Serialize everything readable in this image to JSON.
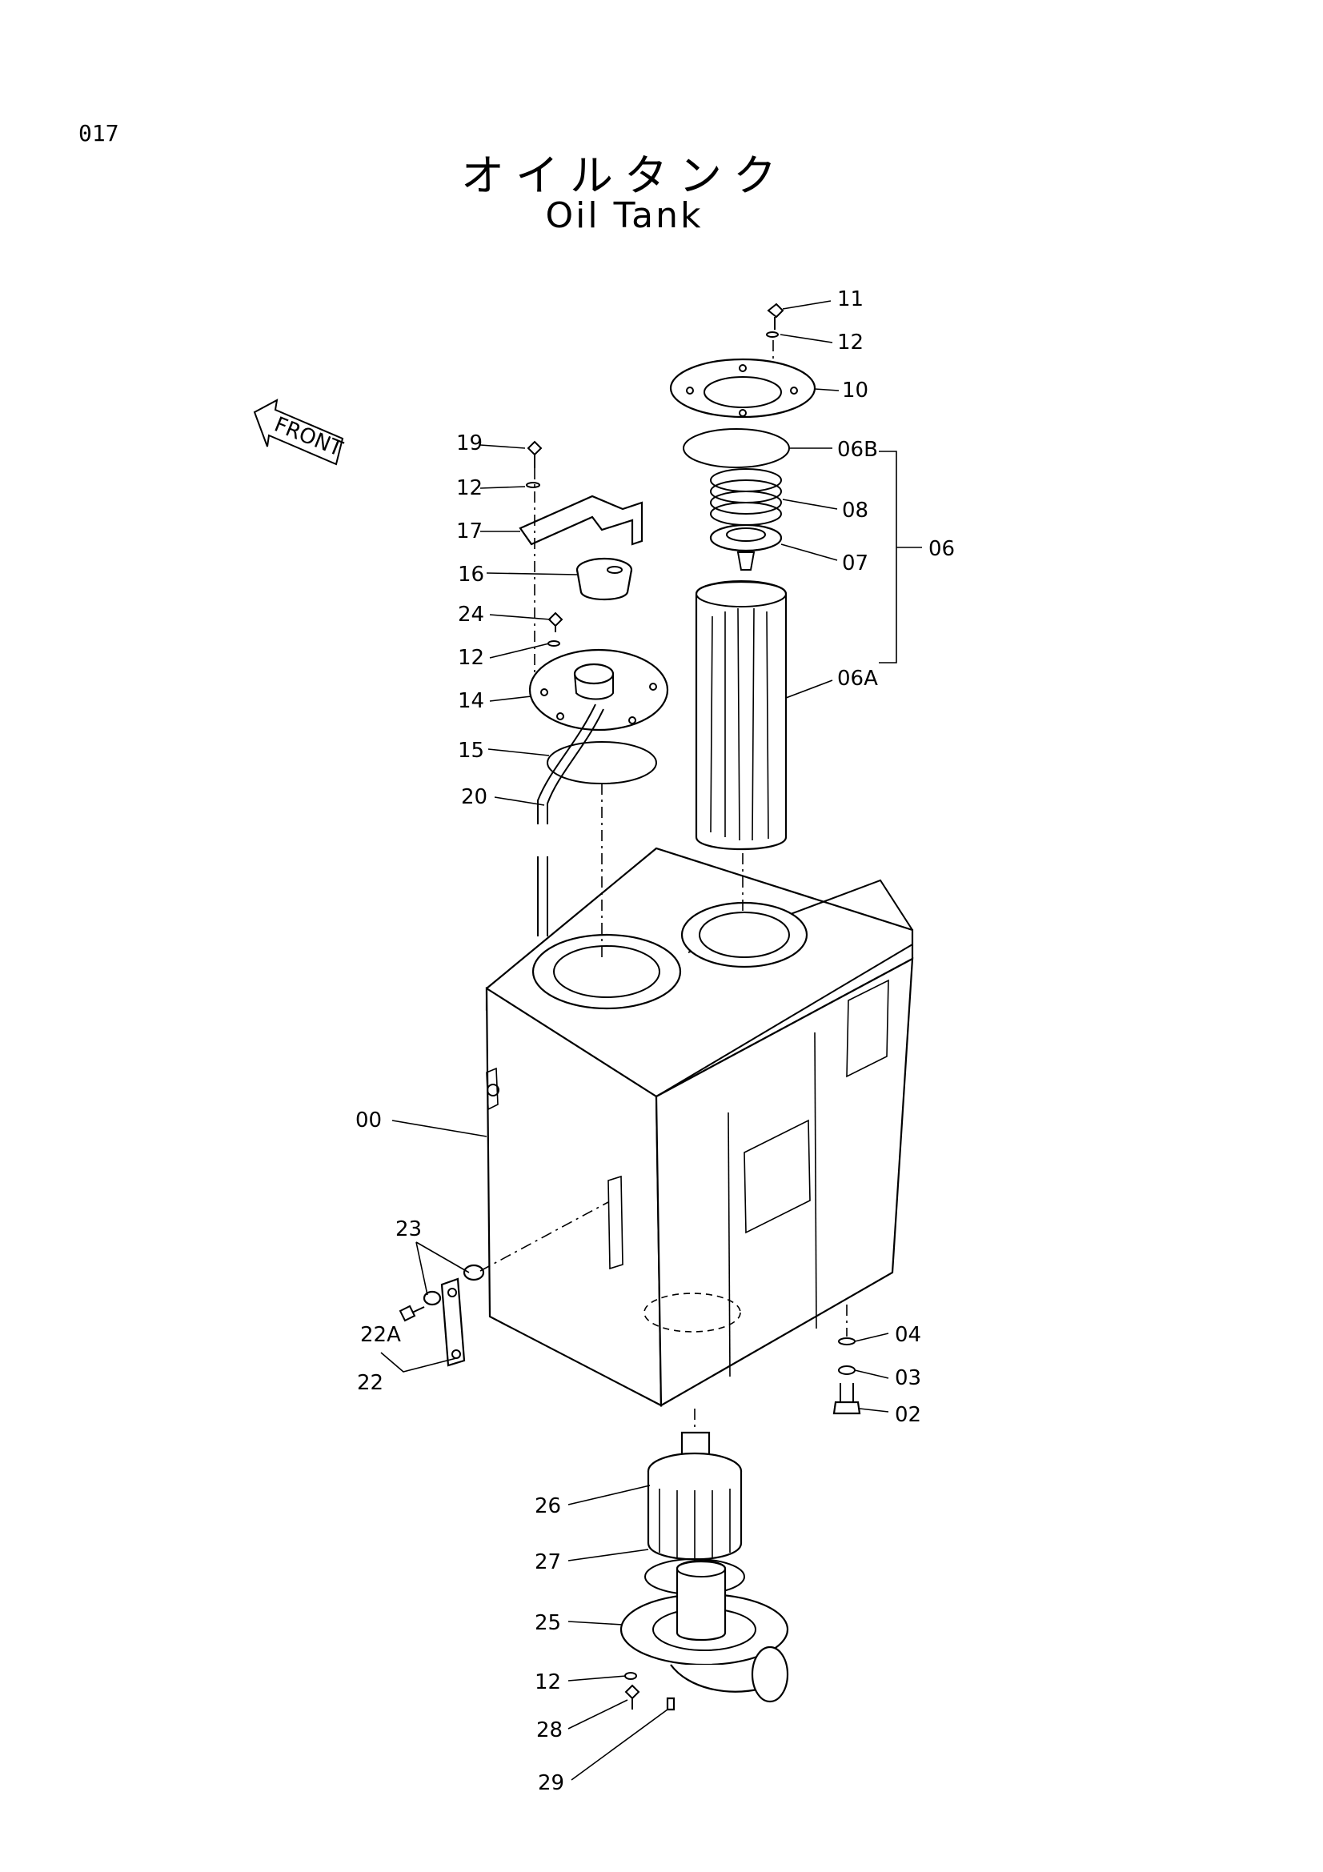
{
  "page_number": "017",
  "title_ja": "オイルタンク",
  "title_en": "Oil Tank",
  "front_label": "FRONT",
  "labels": {
    "p00": "00",
    "p02": "02",
    "p03": "03",
    "p04": "04",
    "p06": "06",
    "p06A": "06A",
    "p06B": "06B",
    "p07": "07",
    "p08": "08",
    "p10": "10",
    "p11": "11",
    "p12a": "12",
    "p12b": "12",
    "p12c": "12",
    "p12d": "12",
    "p14": "14",
    "p15": "15",
    "p16": "16",
    "p17": "17",
    "p19": "19",
    "p20": "20",
    "p22": "22",
    "p22A": "22A",
    "p23": "23",
    "p24": "24",
    "p25": "25",
    "p26": "26",
    "p27": "27",
    "p28": "28",
    "p29": "29"
  }
}
